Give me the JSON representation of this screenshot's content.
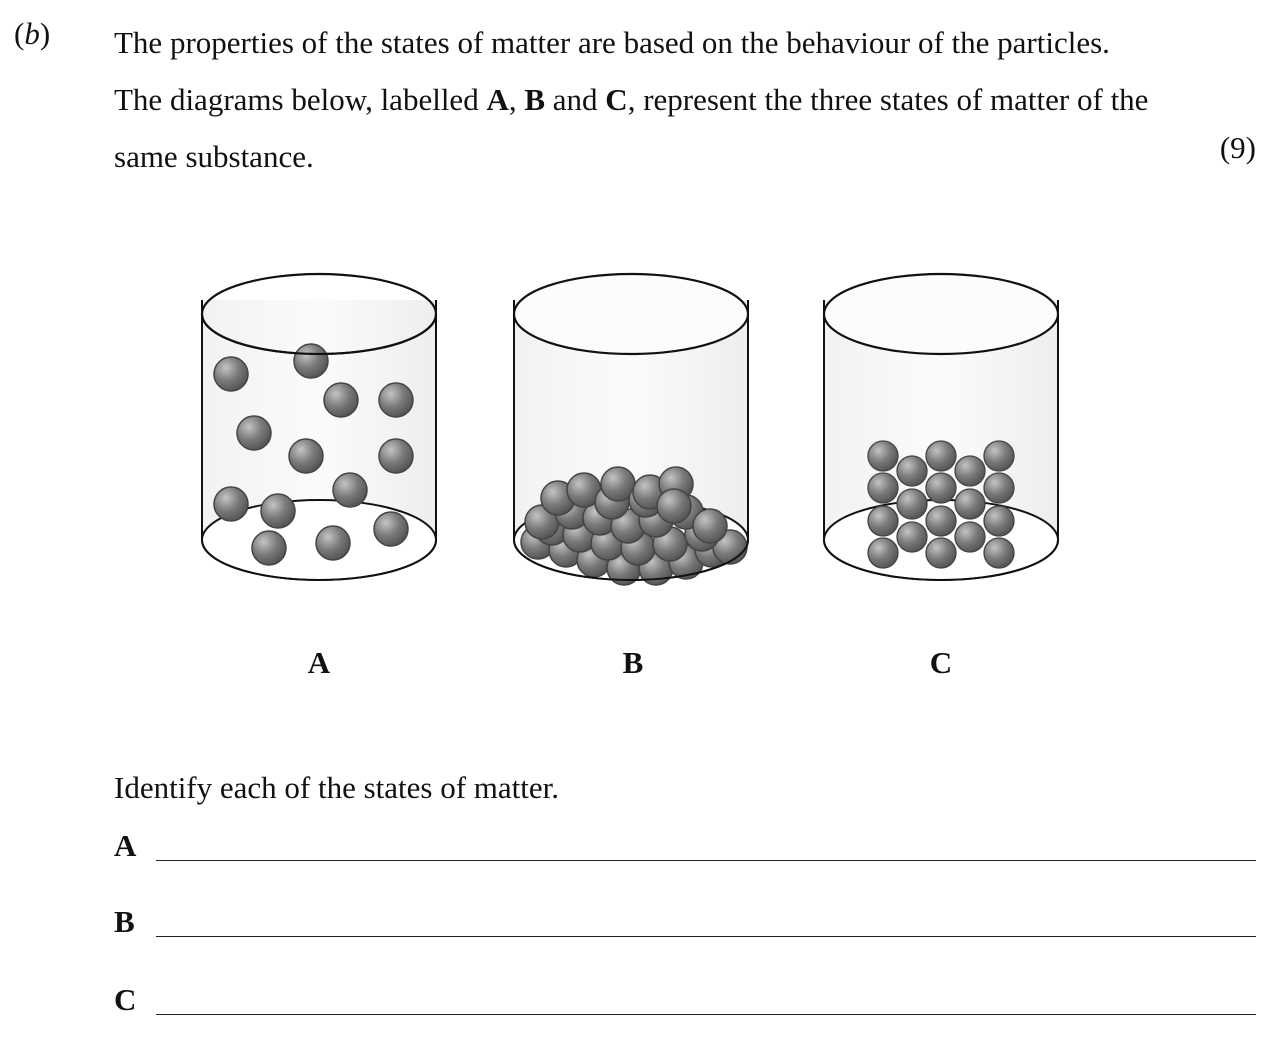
{
  "question": {
    "part": "b",
    "stem": {
      "line1": "The properties of the states of matter are based on the behaviour of the particles.",
      "line2_pre": "The diagrams below, labelled ",
      "label_a": "A",
      "sep1": ", ",
      "label_b": "B",
      "sep2": " and ",
      "label_c": "C",
      "line2_post": ", represent the three states of matter of the",
      "line3": "same substance."
    },
    "marks": "(9)"
  },
  "diagram": {
    "containers": [
      {
        "label": "A",
        "particle_arrangement": "far apart, randomly spread"
      },
      {
        "label": "B",
        "particle_arrangement": "close together, random, at bottom"
      },
      {
        "label": "C",
        "particle_arrangement": "close together, regular lattice"
      }
    ],
    "colors": {
      "particle_fill": "#7a7a7a",
      "particle_highlight": "#c4c4c4",
      "outline": "#111111"
    }
  },
  "instruction": "Identify each of the states of matter.",
  "answers": [
    {
      "label": "A",
      "value": ""
    },
    {
      "label": "B",
      "value": ""
    },
    {
      "label": "C",
      "value": ""
    }
  ]
}
